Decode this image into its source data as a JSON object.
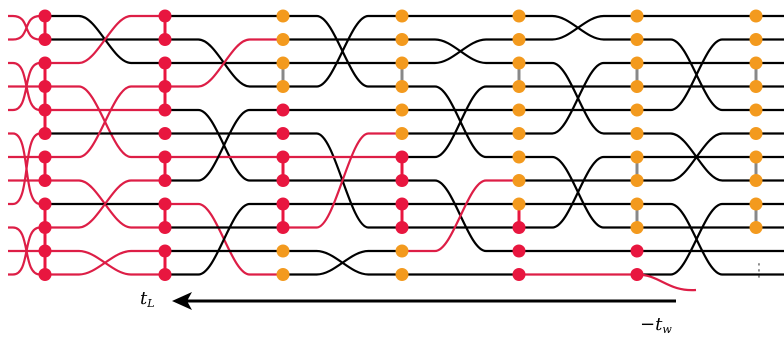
{
  "colors": {
    "red": "#e8163f",
    "red_line": "#dd1e46",
    "orange": "#f39a1e",
    "black": "#000000",
    "gray": "#888888"
  },
  "labels": {
    "start_var": "t",
    "start_sub": "L",
    "end_prefix": "−",
    "end_var": "t",
    "end_sub": "w"
  },
  "diagram": {
    "wire_count": 12,
    "columns": [
      {
        "node_color": "red",
        "bonds": [
          [
            0,
            1
          ],
          [
            2,
            3
          ],
          [
            3,
            4
          ],
          [
            4,
            5
          ],
          [
            6,
            7
          ],
          [
            8,
            9
          ],
          [
            9,
            10
          ],
          [
            10,
            11
          ]
        ]
      },
      {
        "node_color": "red",
        "bonds": [
          [
            0,
            1
          ],
          [
            2,
            3
          ],
          [
            3,
            4
          ],
          [
            6,
            7
          ],
          [
            8,
            9
          ],
          [
            10,
            11
          ]
        ]
      },
      {
        "node_color": "mixed",
        "orange_rows": [
          0,
          1,
          2,
          3,
          10,
          11
        ],
        "bonds": [
          [
            2,
            3
          ],
          [
            6,
            7
          ],
          [
            8,
            9
          ]
        ]
      },
      {
        "node_color": "mixed",
        "orange_rows": [
          0,
          1,
          2,
          3,
          4,
          5,
          10,
          11
        ],
        "bonds": [
          [
            2,
            3
          ],
          [
            6,
            7
          ],
          [
            8,
            9
          ]
        ]
      },
      {
        "node_color": "mixed",
        "orange_rows": [
          0,
          1,
          2,
          3,
          4,
          5,
          6,
          7,
          8
        ],
        "bonds": [
          [
            2,
            3
          ],
          [
            8,
            9
          ]
        ]
      },
      {
        "node_color": "mixed",
        "orange_rows": [
          0,
          1,
          2,
          3,
          4,
          5,
          6,
          7,
          8,
          9
        ],
        "bonds": [
          [
            2,
            3
          ],
          [
            6,
            7
          ],
          [
            8,
            9
          ]
        ]
      },
      {
        "node_color": "orange",
        "bonds": [
          [
            2,
            3
          ],
          [
            6,
            7
          ],
          [
            8,
            9
          ]
        ]
      }
    ],
    "line_colors_by_gap": [
      [
        "red",
        "red",
        "red",
        "red",
        "red",
        "red",
        "red",
        "red",
        "red",
        "red",
        "red",
        "red"
      ],
      [
        "black",
        "black",
        "red",
        "red",
        "red",
        "black",
        "red",
        "red",
        "black",
        "red",
        "red",
        "red"
      ],
      [
        "black",
        "black",
        "black",
        "red",
        "black",
        "black",
        "red",
        "black",
        "red",
        "black",
        "black",
        "black"
      ],
      [
        "black",
        "black",
        "black",
        "black",
        "black",
        "black",
        "red",
        "black",
        "black",
        "red",
        "black",
        "black"
      ],
      [
        "black",
        "black",
        "black",
        "black",
        "black",
        "black",
        "black",
        "black",
        "black",
        "black",
        "red",
        "black"
      ],
      [
        "black",
        "black",
        "black",
        "black",
        "black",
        "black",
        "black",
        "black",
        "black",
        "black",
        "black",
        "red"
      ],
      [
        "black",
        "black",
        "black",
        "black",
        "black",
        "black",
        "black",
        "black",
        "black",
        "black",
        "black",
        "black"
      ]
    ],
    "continuation": "⋮"
  }
}
